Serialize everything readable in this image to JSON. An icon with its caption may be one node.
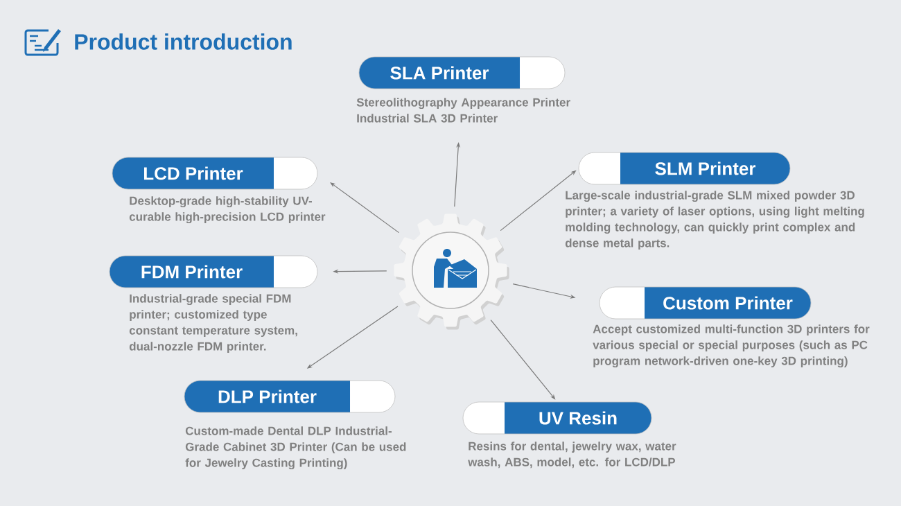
{
  "diagram": {
    "title": "Product introduction",
    "nodes": [
      {
        "text": [],
        "shape": "gear"
      },
      {
        "text": [
          "SLA Printer"
        ],
        "beside": [
          "Stereolithography Appearance Printer Industrial SLA 3D Printer"
        ]
      },
      {
        "text": [
          "LCD Printer"
        ],
        "beside": [
          "Desktop-grade high-stability UV-curable high-precision LCD printer"
        ]
      },
      {
        "text": [
          "FDM Printer"
        ],
        "beside": [
          "Industrial-grade special FDM printer; customized type constant temperature system, dual-nozzle FDM printer."
        ]
      },
      {
        "text": [
          "DLP Printer"
        ],
        "beside": [
          "Custom-made Dental DLP Industrial-Grade Cabinet 3D Printer (Can be used for Jewelry Casting Printing)"
        ]
      },
      {
        "text": [
          "SLM Printer"
        ],
        "beside": [
          "Large-scale industrial-grade SLM mixed powder 3D printer; a variety of laser options, using light melting molding technology, can quickly print complex and dense metal parts."
        ]
      },
      {
        "text": [
          "Custom Printer"
        ],
        "beside": [
          "Accept customized multi-function 3D printers for various special or special purposes (such as PC program network-driven one-key 3D printing)"
        ]
      },
      {
        "text": [
          "UV Resin"
        ],
        "beside": [
          "Resins for dental, jewelry wax, water wash, ABS, model, etc. for LCD/DLP"
        ]
      }
    ],
    "edges": [
      {
        "from": 0,
        "to": 1,
        "arrow": "to"
      },
      {
        "from": 0,
        "to": 2,
        "arrow": "to"
      },
      {
        "from": 0,
        "to": 3,
        "arrow": "to"
      },
      {
        "from": 0,
        "to": 4,
        "arrow": "to"
      },
      {
        "from": 0,
        "to": 5,
        "arrow": "to"
      },
      {
        "from": 0,
        "to": 6,
        "arrow": "to"
      },
      {
        "from": 0,
        "to": 7,
        "arrow": "to"
      }
    ]
  }
}
